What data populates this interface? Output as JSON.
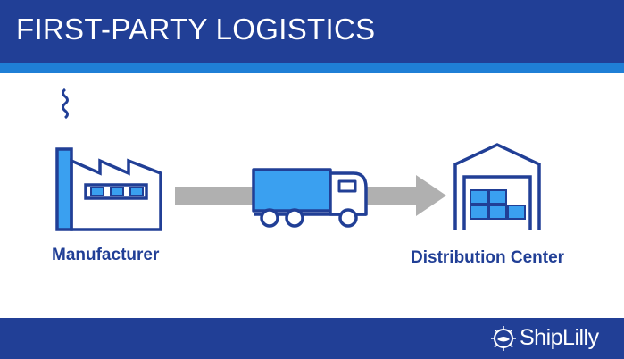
{
  "header": {
    "title": "FIRST-PARTY LOGISTICS"
  },
  "nodes": [
    {
      "id": "manufacturer",
      "label": "Manufacturer",
      "icon": "factory-icon"
    },
    {
      "id": "truck",
      "label": "",
      "icon": "truck-icon"
    },
    {
      "id": "distribution-center",
      "label": "Distribution Center",
      "icon": "warehouse-icon"
    }
  ],
  "edges": [
    {
      "from": "manufacturer",
      "to": "distribution-center",
      "via": "truck",
      "style": "arrow"
    }
  ],
  "footer": {
    "brand_name": "ShipLilly",
    "brand_icon": "shiplilly-logo-icon"
  },
  "colors": {
    "navy": "#213f96",
    "accent_blue": "#1f7fd6",
    "light_blue": "#3aa0f0",
    "arrow_gray": "#b0b0b0"
  }
}
